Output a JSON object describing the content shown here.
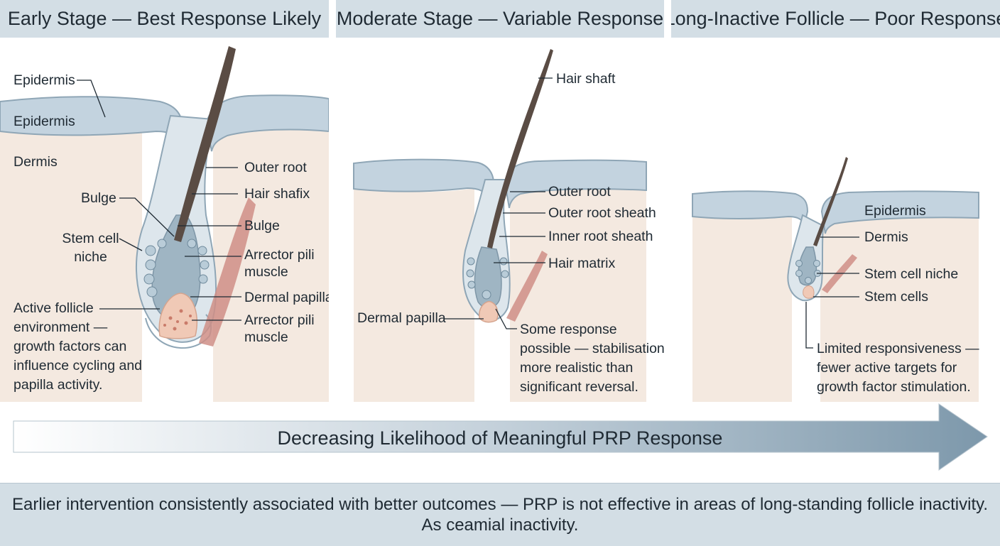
{
  "panels": [
    {
      "title": "Early Stage — Best Response Likely",
      "labels": {
        "epidermis_top": "Epidermis",
        "epidermis_layer": "Epidermis",
        "dermis": "Dermis",
        "bulge_left": "Bulge",
        "stem_cell_niche": "Stem cell niche",
        "outer_root": "Outer root",
        "hair_shaft": "Hair shafix",
        "bulge_right": "Bulge",
        "arrector_pili_muscle": "Arrector pili muscle",
        "dermal_papilla": "Dermal papilla",
        "arrector_pili_muscle_2": "Arrector pili muscle",
        "note": "Active follicle environment — growth factors can influence cycling and papilla activity."
      }
    },
    {
      "title": "Moderate Stage — Variable Response",
      "labels": {
        "hair_shaft": "Hair shaft",
        "outer_root": "Outer root",
        "outer_root_sheath": "Outer root sheath",
        "inner_root_sheath": "Inner root sheath",
        "hair_matrix": "Hair matrix",
        "dermal_papilla": "Dermal papilla",
        "note": "Some response possible — stabilisation more realistic than significant reversal."
      }
    },
    {
      "title": "Long-Inactive Follicle — Poor Response",
      "labels": {
        "epidermis": "Epidermis",
        "dermis": "Dermis",
        "stem_cell_niche": "Stem cell niche",
        "stem_cells": "Stem cells",
        "note": "Limited responsiveness — fewer active targets for growth factor stimulation."
      }
    }
  ],
  "arrow_text": "Decreasing Likelihood of Meaningful PRP Response",
  "conclusion": {
    "line1": "Earlier intervention consistently associated with better outcomes — PRP is not effective in areas of long-standing follicle inactivity.",
    "line2": "As ceamial inactivity."
  },
  "colors": {
    "header_bg": "#d3dee5",
    "epidermis": "#c3d3df",
    "dermis": "#f4e9e0",
    "follicle": "#9fb5c3",
    "hair": "#5a4c44",
    "muscle": "#cf8e86",
    "papilla": "#f0c9b6",
    "arrow": "#7d98ab"
  }
}
